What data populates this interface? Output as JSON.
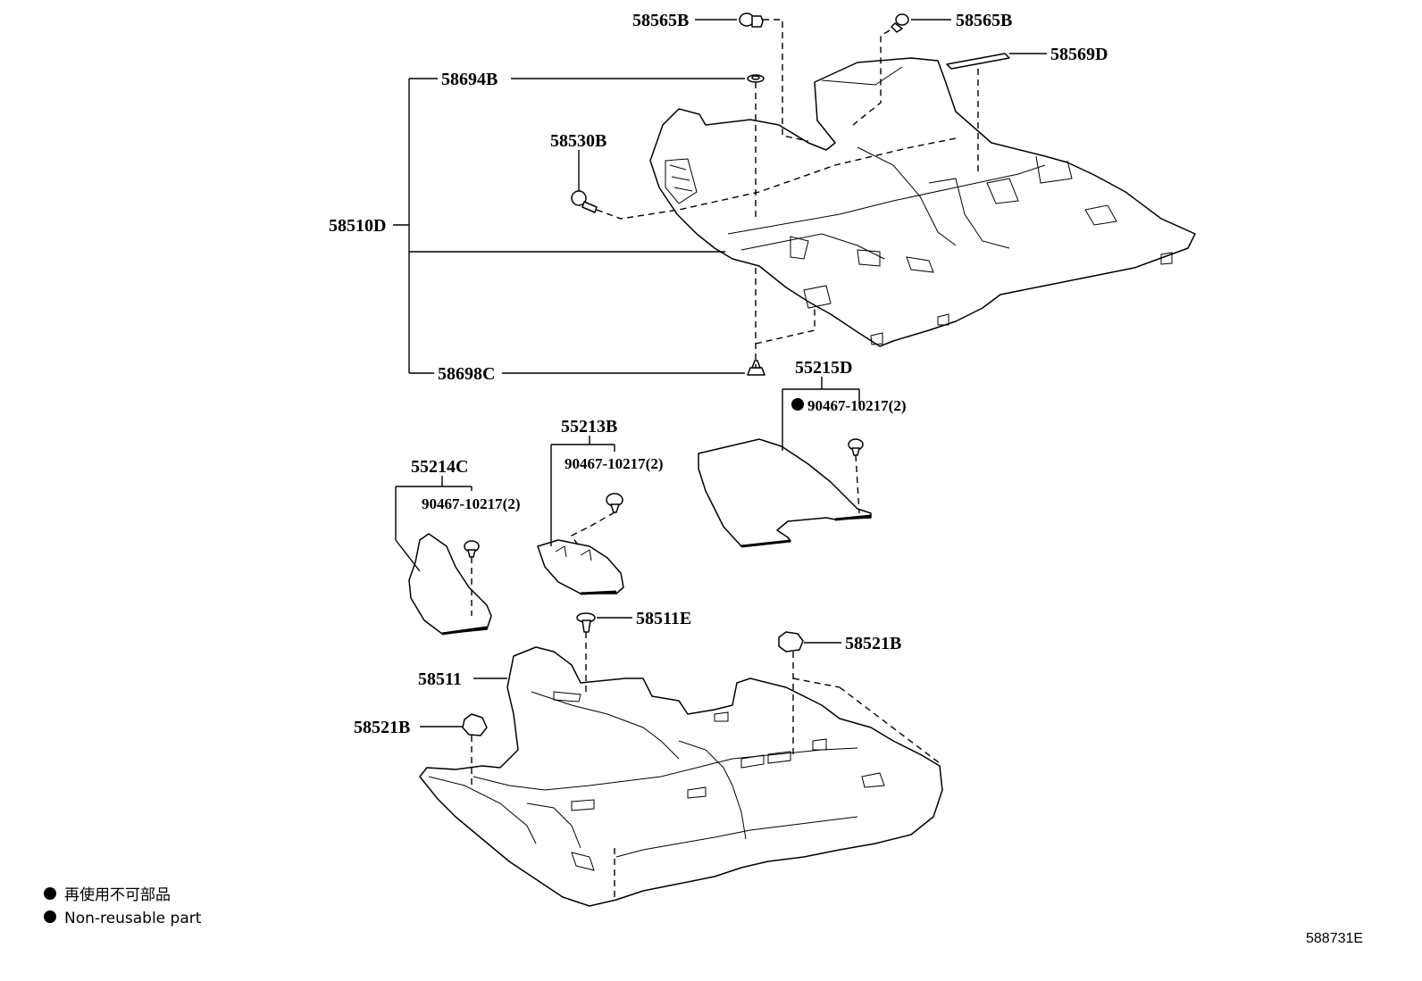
{
  "labels": {
    "p58565B_left": "58565B",
    "p58565B_right": "58565B",
    "p58569D": "58569D",
    "p58694B": "58694B",
    "p58530B": "58530B",
    "p58510D": "58510D",
    "p58698C": "58698C",
    "p55215D": "55215D",
    "p55213B": "55213B",
    "p55214C": "55214C",
    "clip_a": "90467-10217(2)",
    "clip_b": "90467-10217(2)",
    "clip_c": "90467-10217(2)",
    "p58511E": "58511E",
    "p58521B_right": "58521B",
    "p58511": "58511",
    "p58521B_left": "58521B"
  },
  "legend": {
    "japanese": "再使用不可部品",
    "english": "Non-reusable part"
  },
  "diagram_ref": "588731E"
}
